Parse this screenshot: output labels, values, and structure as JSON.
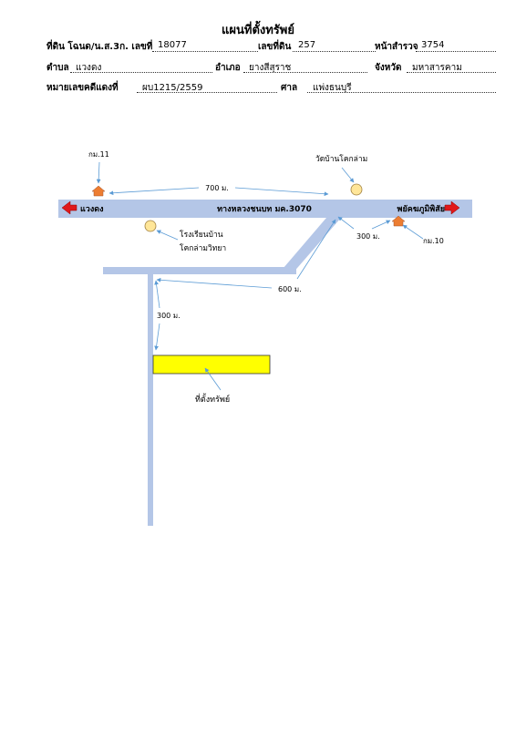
{
  "header": {
    "title": "แผนที่ตั้งทรัพย์",
    "deed_label": "ที่ดิน โฉนด/น.ส.3ก. เลขที่",
    "deed_no": "18077",
    "parcel_label": "เลขที่ดิน",
    "parcel_no": "257",
    "survey_label": "หน้าสำรวจ",
    "survey_no": "3754",
    "subdistrict_label": "ตำบล",
    "subdistrict": "แวงดง",
    "district_label": "อำเภอ",
    "district": "ยางสีสุราช",
    "province_label": "จังหวัด",
    "province": "มหาสารคาม",
    "case_label": "หมายเลขคดีแดงที่",
    "case_no": "ผบ1215/2559",
    "court_label": "ศาล",
    "court": "แพ่งธนบุรี"
  },
  "map": {
    "road_name": "ทางหลวงชนบท มค.3070",
    "west_destination": "แวงดง",
    "east_destination": "พยัคฆภูมิพิสัย",
    "km_marker_west": "กม.11",
    "km_marker_east": "กม.10",
    "temple": "วัดบ้านโคกล่าม",
    "school_line1": "โรงเรียนบ้าน",
    "school_line2": "โคกล่ามวิทยา",
    "dist_markers": "700 ม.",
    "dist_east_marker": "300 ม.",
    "dist_junction": "600 ม.",
    "dist_side_road": "300 ม.",
    "property_label": "ที่ตั้งทรัพย์",
    "colors": {
      "road": "#b4c6e7",
      "arrow_red": "#e0191b",
      "marker_orange": "#ed7d31",
      "landmark_fill": "#ffe699",
      "pointer": "#5b9bd5",
      "property_fill": "#ffff00"
    }
  }
}
